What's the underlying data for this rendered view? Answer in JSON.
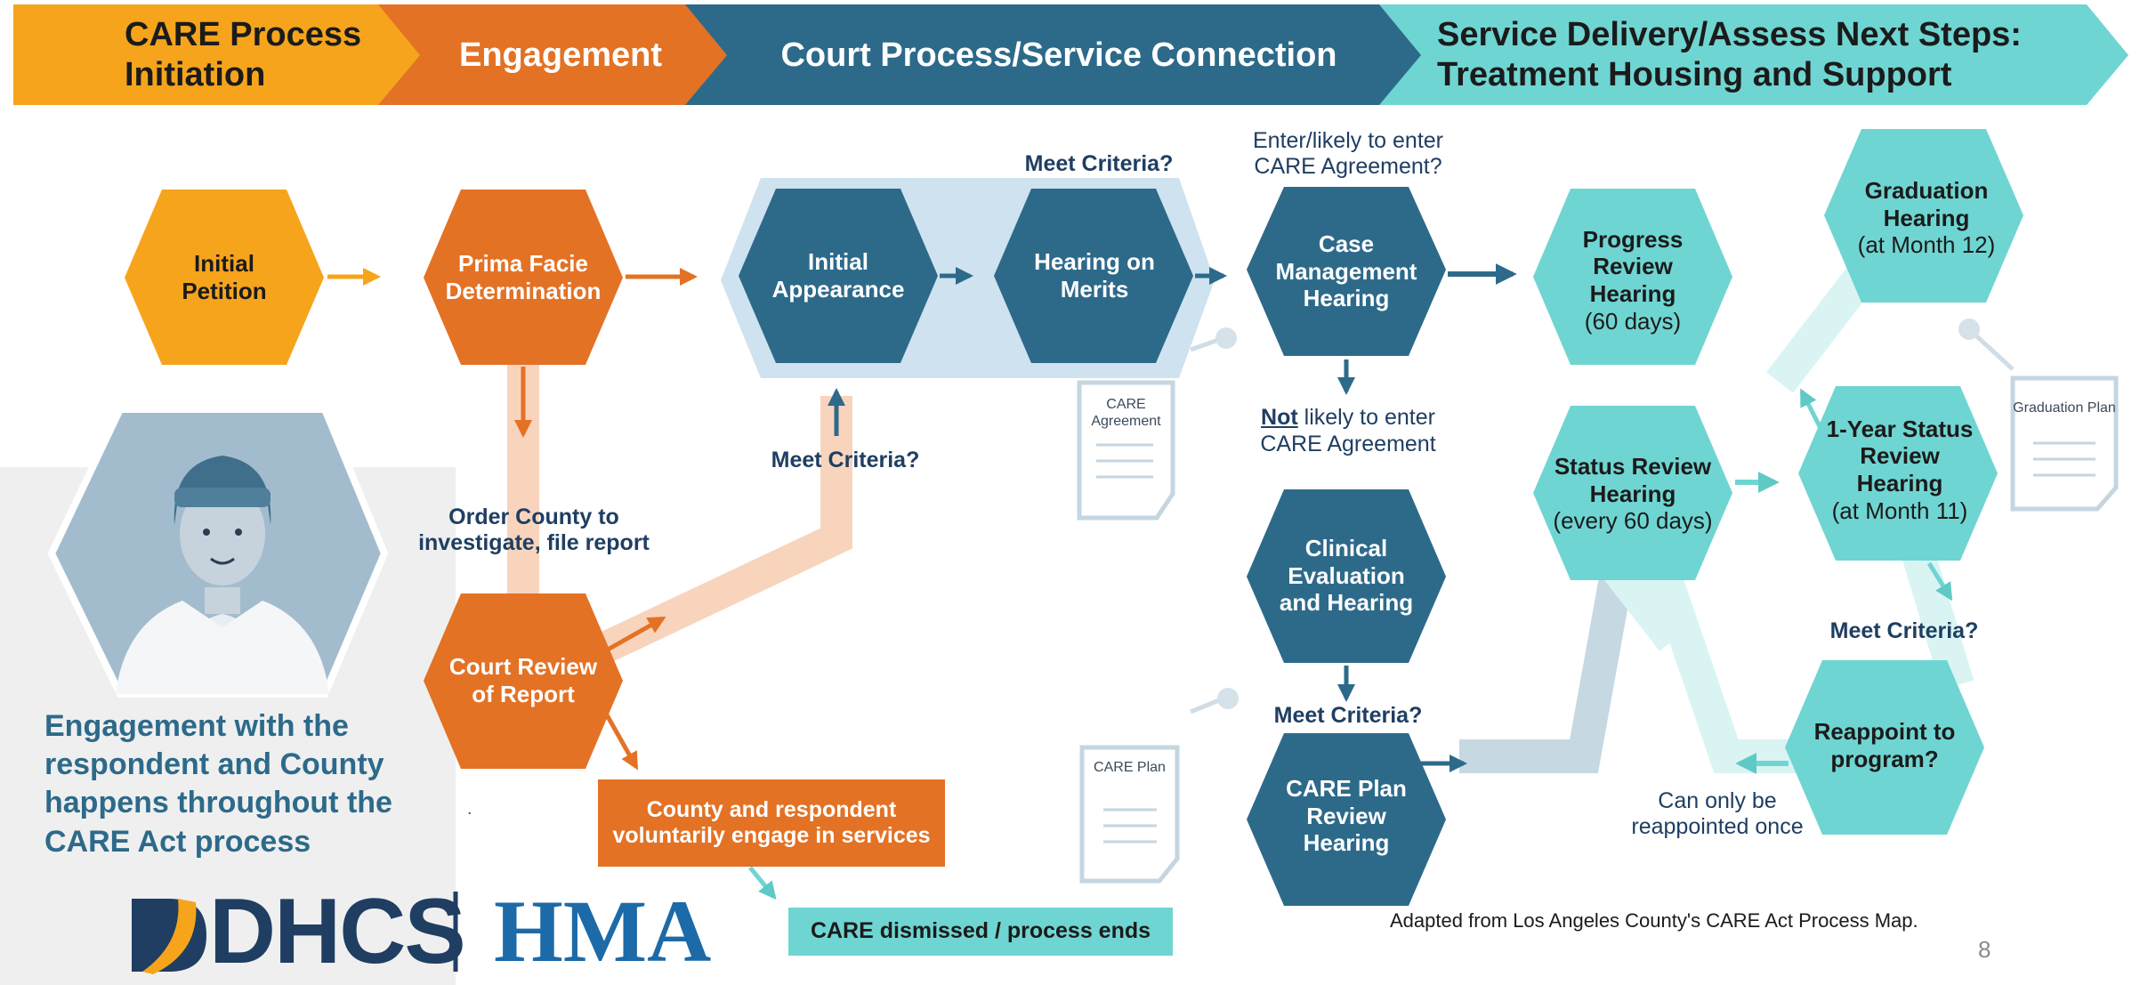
{
  "header": {
    "seg1": "CARE Process Initiation",
    "seg2": "Engagement",
    "seg3": "Court Process/Service Connection",
    "seg4": "Service Delivery/Assess Next Steps: Treatment Housing and Support"
  },
  "nodes": {
    "initial_petition": "Initial Petition",
    "prima_facie": "Prima Facie Determination",
    "court_review": "Court Review of Report",
    "initial_appearance": "Initial Appearance",
    "hearing_merits": "Hearing on Merits",
    "case_management": "Case Management Hearing",
    "clinical_eval": "Clinical Evaluation and Hearing",
    "care_plan_review": "CARE Plan Review Hearing",
    "progress_review": "Progress Review Hearing",
    "progress_review_sub": "(60 days)",
    "status_review": "Status Review Hearing",
    "status_review_sub": "(every 60 days)",
    "one_year": "1-Year Status Review Hearing",
    "one_year_sub": "(at Month 11)",
    "graduation": "Graduation Hearing",
    "graduation_sub": "(at Month 12)",
    "reappoint": "Reappoint to program?"
  },
  "labels": {
    "order_county": "Order County to investigate, file report",
    "meet_criteria_top": "Meet Criteria?",
    "meet_criteria_mid": "Meet Criteria?",
    "enter_agreement": "Enter/likely to enter CARE Agreement?",
    "not_label": "Not",
    "not_likely_rest": " likely to enter CARE Agreement",
    "meet_criteria_clinical": "Meet Criteria?",
    "meet_criteria_right": "Meet Criteria?",
    "can_only": "Can only be reappointed once",
    "county_voluntary": "County and respondent voluntarily engage in services",
    "dismissed": "CARE dismissed / process ends",
    "engagement_note": "Engagement with the respondent and County happens throughout the CARE Act process",
    "adapted": "Adapted from Los Angeles County's CARE Act Process Map.",
    "page_num": "8",
    "dot": "."
  },
  "docs": {
    "care_agreement": "CARE Agreement",
    "care_plan": "CARE Plan",
    "graduation_plan": "Graduation Plan"
  },
  "logos": {
    "dhcs": "DHCS",
    "hma": "HMA"
  },
  "colors": {
    "orange_light": "#f6a41c",
    "orange": "#e37225",
    "navy_teal": "#2d6a8a",
    "teal": "#6fd5d2",
    "dark_text": "#1f3e62"
  }
}
